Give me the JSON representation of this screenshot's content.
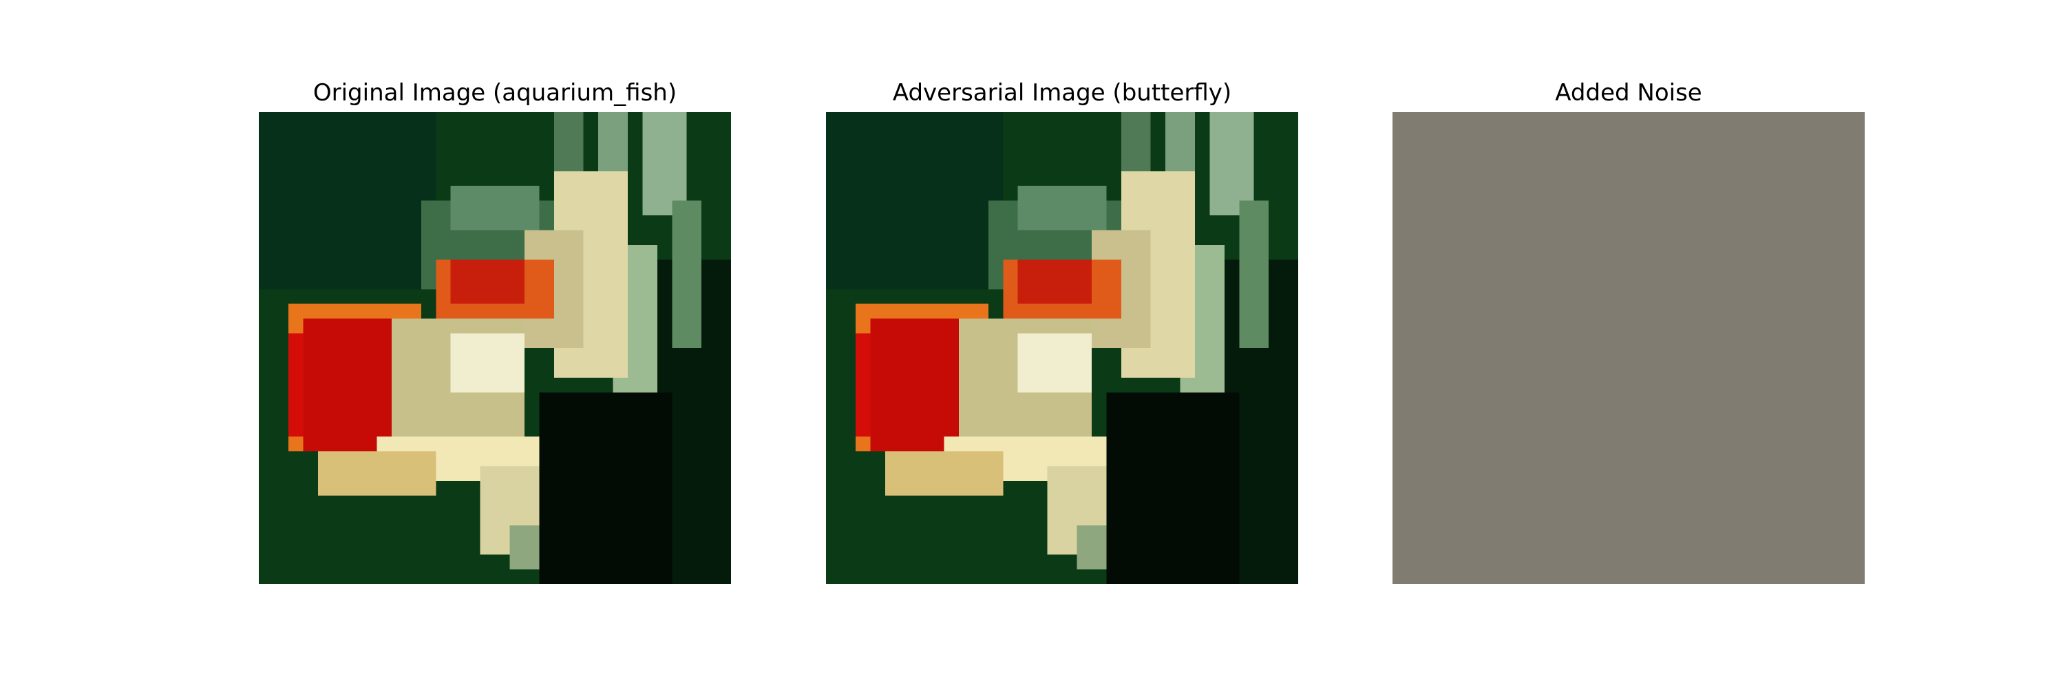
{
  "panels": [
    {
      "title": "Original Image (aquarium_fish)"
    },
    {
      "title": "Adversarial Image (butterfly)"
    },
    {
      "title": "Added Noise"
    }
  ],
  "colors": {
    "background": "#0b3a17",
    "fish_red": "#d40d08",
    "fish_orange": "#e85a10",
    "fish_cream": "#eee6b8",
    "fin_green": "#6f9a74",
    "noise_gray": "#817c72"
  }
}
